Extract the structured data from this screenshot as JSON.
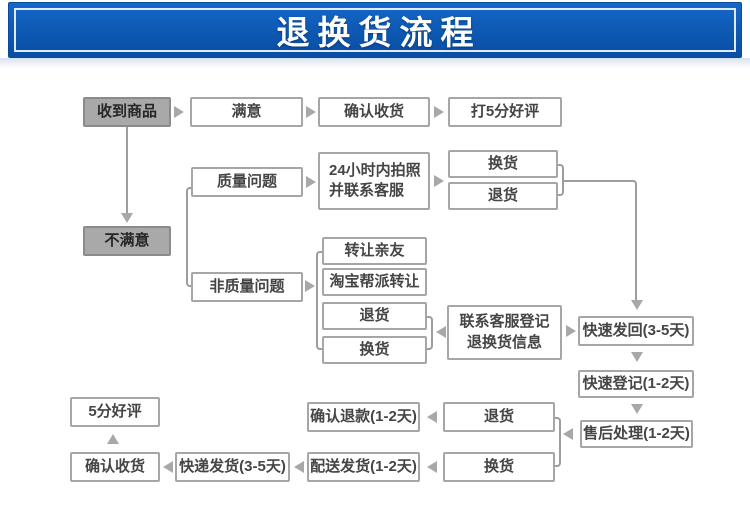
{
  "header": {
    "title": "退换货流程"
  },
  "colors": {
    "banner_blue": "#0d58b2",
    "box_border": "#a6a6a6",
    "gray_box_fill": "#a9a9a9",
    "arrow_gray": "#a8a8a8",
    "title_text": "#ffffff"
  },
  "nodes": {
    "received": {
      "label": "收到商品"
    },
    "satisfied": {
      "label": "满意"
    },
    "confirm_receipt_top": {
      "label": "确认收货"
    },
    "five_star_top": {
      "label": "打5分好评"
    },
    "unsatisfied": {
      "label": "不满意"
    },
    "quality_issue": {
      "label": "质量问题"
    },
    "photo_24h": {
      "line1": "24小时内拍照",
      "line2": "并联系客服"
    },
    "exchange_q": {
      "label": "换货"
    },
    "return_q": {
      "label": "退货"
    },
    "non_quality_issue": {
      "label": "非质量问题"
    },
    "transfer_friends": {
      "label": "转让亲友"
    },
    "taobao_transfer": {
      "label": "淘宝帮派转让"
    },
    "return_nq": {
      "label": "退货"
    },
    "exchange_nq": {
      "label": "换货"
    },
    "contact_cs": {
      "line1": "联系客服登记",
      "line2": "退换货信息"
    },
    "fast_return": {
      "label": "快速发回(3-5天)"
    },
    "fast_register": {
      "label": "快速登记(1-2天)"
    },
    "aftersales": {
      "label": "售后处理(1-2天)"
    },
    "return_bottom": {
      "label": "退货"
    },
    "exchange_bottom": {
      "label": "换货"
    },
    "confirm_refund": {
      "label": "确认退款(1-2天)"
    },
    "delivery_dispatch": {
      "label": "配送发货(1-2天)"
    },
    "express_dispatch": {
      "label": "快递发货(3-5天)"
    },
    "confirm_receipt_bottom": {
      "label": "确认收货"
    },
    "five_star_bottom": {
      "label": "5分好评"
    }
  }
}
